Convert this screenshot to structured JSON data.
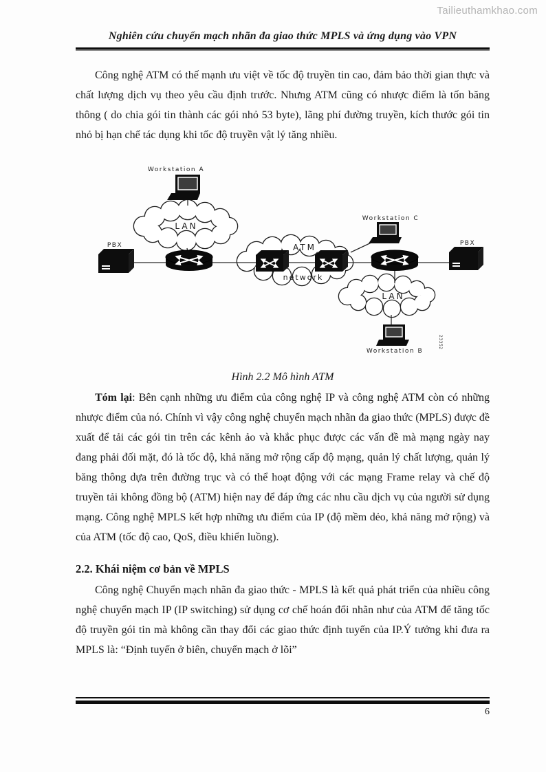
{
  "watermark": "Tailieuthamkhao.com",
  "header": {
    "title": "Nghiên cứu chuyển mạch nhãn đa giao thức MPLS và ứng dụng vào VPN"
  },
  "paragraphs": {
    "p1": "Công nghệ ATM có thế mạnh ưu việt về tốc độ truyền tin cao, đảm bảo thời gian thực và chất lượng dịch vụ theo yêu cầu định trước. Nhưng ATM cũng có nhược điểm là tốn băng thông ( do chia gói tin thành các gói nhỏ 53 byte), lãng phí đường truyền, kích thước gói tin nhỏ bị hạn chế tác dụng khi tốc độ truyền vật lý tăng nhiều.",
    "p2_lead": "Tóm lại",
    "p2_rest": ": Bên cạnh những ưu điểm của công nghệ IP và công nghệ ATM còn có những nhược điểm của nó. Chính vì vậy công nghệ chuyển mạch nhãn đa giao thức (MPLS) được đề xuất để tải các gói tin trên các kênh ảo và khắc phục được các vấn đề mà mạng ngày nay đang phải đối mặt, đó là tốc độ, khả năng mở rộng cấp độ mạng, quản lý chất lượng, quản lý băng thông dựa trên đường trục và có thể hoạt động với các mạng Frame relay và chế độ truyền tải không đồng bộ (ATM) hiện nay để đáp ứng các nhu cầu dịch vụ của người sử dụng mạng. Công nghệ MPLS kết hợp những ưu điểm của IP (độ mềm dẻo, khả năng mở rộng) và của ATM (tốc độ cao, QoS, điều khiển luồng).",
    "p3": "Công nghệ Chuyển mạch nhãn đa giao thức - MPLS là kết quả phát triển của nhiều công nghệ chuyển mạch IP (IP switching) sử dụng cơ chế hoán đổi nhãn như của ATM để tăng tốc độ truyền gói tin mà không cần thay đổi các giao thức định tuyến của IP.Ý tưởng khi đưa ra MPLS là: “Định tuyến ở biên, chuyển mạch ở lõi”"
  },
  "figure": {
    "caption": "Hình 2.2 Mô hình ATM",
    "labels": {
      "workstation_a": "Workstation A",
      "workstation_b": "Workstation B",
      "workstation_c": "Workstation C",
      "lan_left": "LAN",
      "lan_right": "LAN",
      "atm": "ATM",
      "network": "network",
      "pbx_left": "PBX",
      "pbx_right": "PBX",
      "figure_id": "23352"
    }
  },
  "section": {
    "heading": "2.2. Khái niệm cơ bản về MPLS"
  },
  "footer": {
    "page_number": "6"
  }
}
